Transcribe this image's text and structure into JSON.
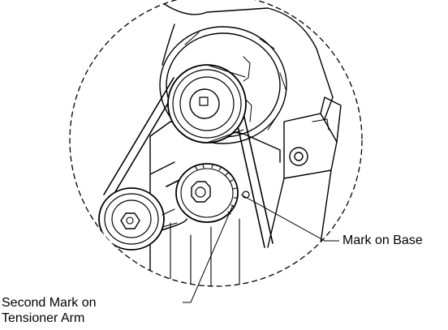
{
  "figure": {
    "kind": "technical-illustration",
    "subject": "belt drive with spring tensioner",
    "icon_names": [
      "motor-pulley",
      "tensioner-pulley",
      "idler-pulley",
      "drive-belt",
      "pulley-hub-nut"
    ]
  },
  "callouts": {
    "mark_on_base": "Mark on Base",
    "second_mark_line1": "Second Mark on",
    "second_mark_line2": "Tensioner Arm"
  },
  "colors": {
    "line": "#000000",
    "background": "#ffffff"
  }
}
